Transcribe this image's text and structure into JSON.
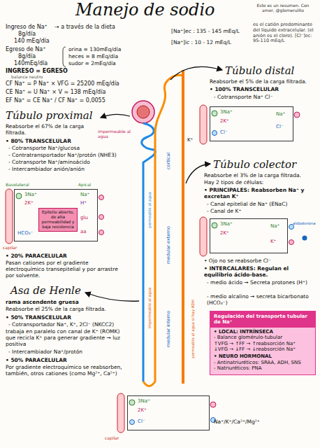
{
  "diagram": {
    "title": "Manejo de sodio",
    "nodes": [
      {
        "text": [
          "3Na⁺",
          "2K⁺",
          "Cl⁻",
          "Na⁺",
          "Cl⁻"
        ]
      },
      {
        "text": [
          "3Na⁺",
          "2K⁺",
          "HCO₃⁻",
          "Na⁺",
          "H⁺",
          "glu",
          "aa"
        ]
      },
      {
        "text": [
          "Epitelio abierto, de alta permeabilidad y baja resistencia"
        ],
        "in": 1
      },
      {
        "text": [
          "3Na⁺",
          "2K⁺",
          "Na⁺",
          "K⁺"
        ]
      },
      {
        "text": [
          "Regulación del transporte tubular de Na⁺",
          "• LOCAL: INTRÍNSECA",
          "- Balance glomérulo-tubular",
          "↑VFG → ↑FF → ↑reabsorción Na⁺",
          "↓VFG → ↓FF → ↓reabsorción Na⁺",
          "• NEURO HORMONAL",
          "- Antinatriuréticos: SRAA, ADH, SNS",
          "- Natriuréticos: PNA"
        ]
      },
      {
        "text": [
          "3Na⁺",
          "2K⁺",
          "Cl⁻"
        ]
      }
    ],
    "labels": [
      "Esto es un resumen. Con amor, @glomerulito",
      "Ingreso de Na⁺",
      "→ a través de la dieta",
      "8g/día",
      "140 mEq/día",
      "Egreso de Na⁺",
      "8g/día",
      "140mEq/día",
      "orina = 130mEq/día",
      "heces = 8 mEq/día",
      "sudor = 2mEq/día",
      "INGRESO = EGRESO",
      "balance neutro",
      "CF Na⁺ = P Na⁺ × VFG = 25200 mEq/día",
      "CE Na⁺ = U Na⁺ × V = 138 mEq/día",
      "EF Na⁺ = CE Na⁺ / CF Na⁺ = 0,0055",
      "[Na⁺]ec : 135 - 145 mEq/L",
      "[Na⁺]ic : 10 - 12 mEq/L",
      "es el catión predominante del líquido extracelular. (el anión es el cloro). [Cl⁻]ec: 95-110 mEq/L",
      "Túbulo distal",
      "Reabsorbe el 5% de la carga filtrada.",
      "• 100% TRANSCELULAR",
      "- Cotransporte Na⁺ Cl⁻",
      "Túbulo proximal",
      "Reabsorbe el 67% de la carga filtrada.",
      "• 80% TRANSCELULAR",
      "- Cotransporte Na⁺/glucosa",
      "- Contratransportador Na⁺/protón (NHE3)",
      "- Cotransporte Na⁺/aminoácido",
      "- Intercambiador anión/anión",
      "Basolateral",
      "Apical",
      "impermeable al agua",
      "capilar",
      "• 20% PARACELULAR",
      "Pasan cationes por el gradiente electroquímico transepitelial y por arrastre por solvente.",
      "cortical",
      "medular externo",
      "medular interno",
      "permeable al agua",
      "impermeable al agua",
      "K⁺",
      "permeable al agua si hay ADH",
      "Túbulo colector",
      "Reabsorbe el 3% de la carga filtrada.",
      "Hay 2 tipos de células:",
      "• PRINCIPALES: Reabsorben Na⁺ y excretan K⁺",
      "- Canal epitelial de Na⁺ (ENaC)",
      "- Canal de K⁺",
      "aldosterona",
      "• Ojo no se reabsorbe Cl⁻",
      "• INTERCALARES: Regulan el equilibrio ácido-base.",
      "- medio ácido → Secreta protones (H⁺)",
      "- medio alcalino → secreta bicarbonato (HCO₃⁻)",
      "Asa de Henle",
      "rama ascendente gruesa",
      "Reabsorbe el 25% de la carga filtrada.",
      "• 50% TRANSCELULAR",
      "- Cotransportador Na⁺, K⁺, 2Cl⁻ (NKCC2)",
      "trabaja en paralelo con canal de K⁺ (ROMK) que recicla K⁺ para generar gradiente → luz positiva",
      "- Intercambiador Na⁺/protón",
      "• 50% PARACELULAR",
      "Por gradiente electroquímico se reabsorben, también, otros cationes (como Mg²⁺, Ca²⁺)",
      "capilar",
      "Na⁺/K⁺/Ca²⁺/Mg²⁺"
    ]
  }
}
